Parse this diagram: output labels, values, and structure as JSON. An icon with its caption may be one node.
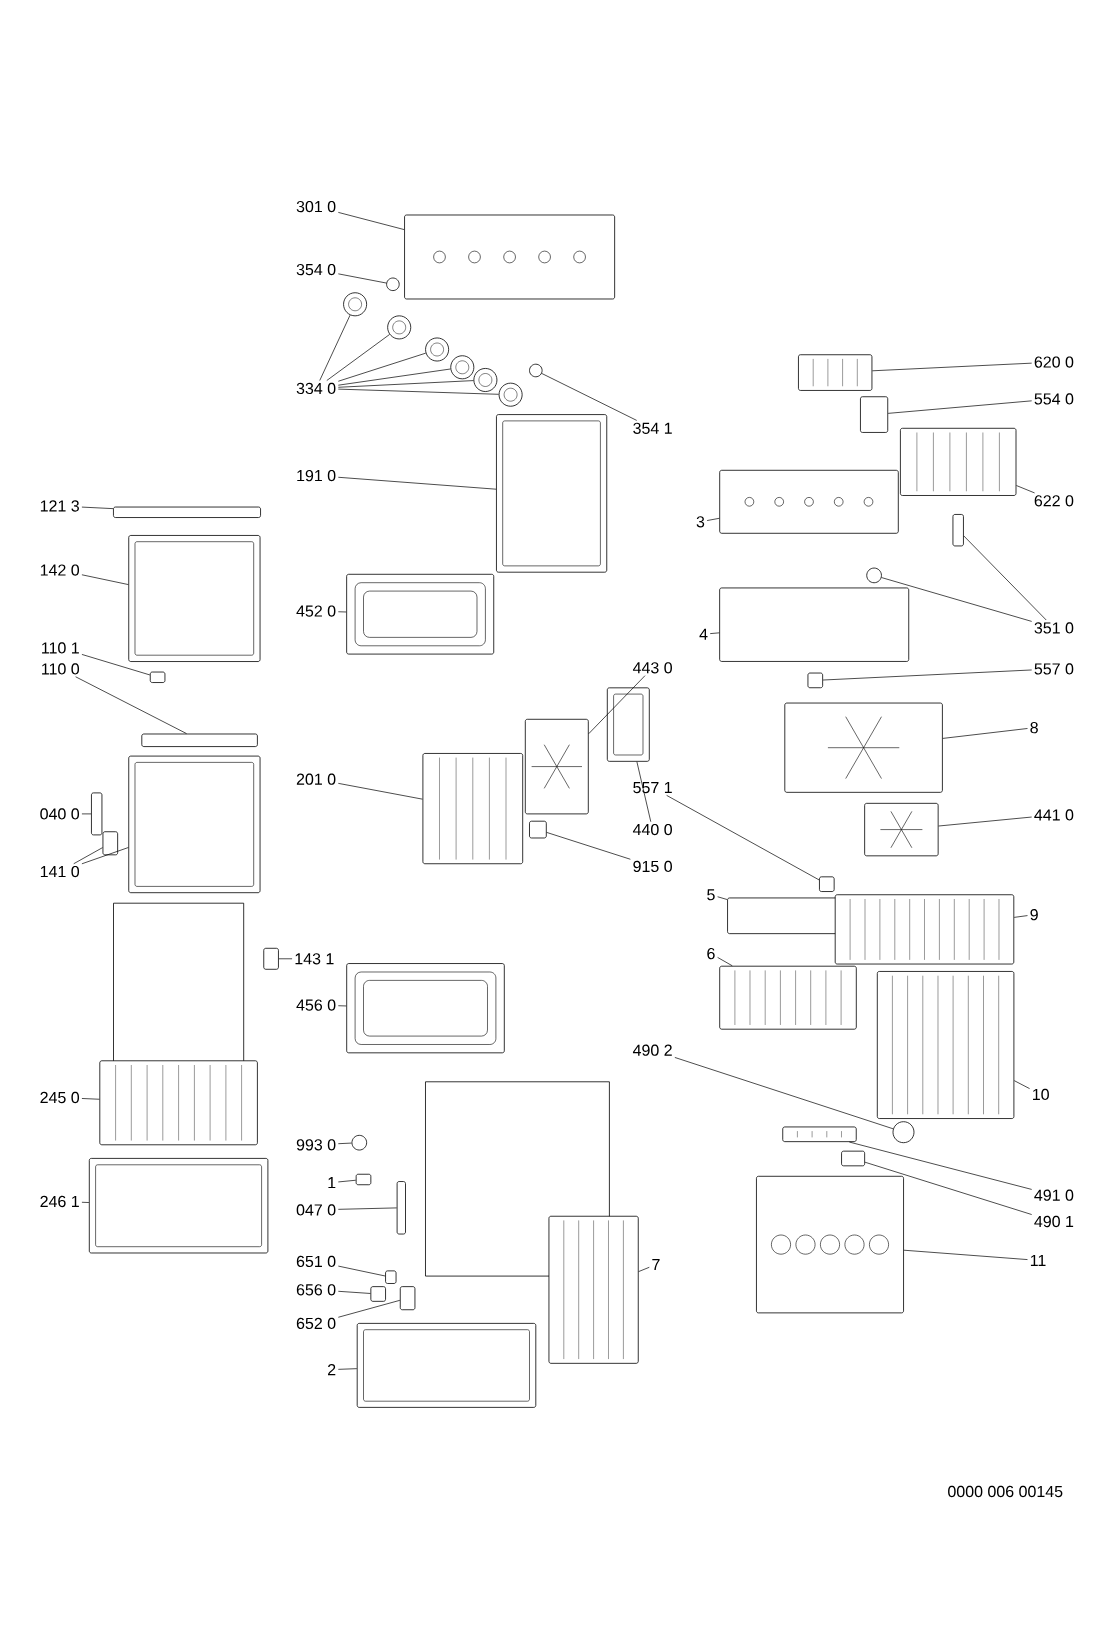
{
  "diagram": {
    "nodes": [
      {
        "text": [
          "301 0"
        ]
      },
      {
        "text": [
          "354 0"
        ]
      },
      {
        "text": [
          "334 0"
        ]
      },
      {
        "text": [
          "354 1"
        ]
      },
      {
        "text": [
          "191 0"
        ]
      },
      {
        "text": [
          "121 3"
        ]
      },
      {
        "text": [
          "142 0"
        ]
      },
      {
        "text": [
          "452 0"
        ]
      },
      {
        "text": [
          "110 1"
        ]
      },
      {
        "text": [
          "110 0"
        ]
      },
      {
        "text": [
          "443 0"
        ]
      },
      {
        "text": [
          "201 0"
        ]
      },
      {
        "text": [
          "040 0"
        ]
      },
      {
        "text": [
          "440 0"
        ]
      },
      {
        "text": [
          "915 0"
        ]
      },
      {
        "text": [
          "141 0"
        ]
      },
      {
        "text": [
          "143 1"
        ]
      },
      {
        "text": [
          "456 0"
        ]
      },
      {
        "text": [
          "245 0"
        ]
      },
      {
        "text": [
          "993 0"
        ]
      },
      {
        "text": [
          "1"
        ]
      },
      {
        "text": [
          "047 0"
        ]
      },
      {
        "text": [
          "246 1"
        ]
      },
      {
        "text": [
          "651 0"
        ]
      },
      {
        "text": [
          "656 0"
        ]
      },
      {
        "text": [
          "652 0"
        ]
      },
      {
        "text": [
          "7"
        ]
      },
      {
        "text": [
          "2"
        ]
      },
      {
        "text": [
          "620 0"
        ]
      },
      {
        "text": [
          "554 0"
        ]
      },
      {
        "text": [
          "622 0"
        ]
      },
      {
        "text": [
          "3"
        ]
      },
      {
        "text": [
          "351 0"
        ]
      },
      {
        "text": [
          "4"
        ]
      },
      {
        "text": [
          "557 0"
        ]
      },
      {
        "text": [
          "8"
        ]
      },
      {
        "text": [
          "557 1"
        ]
      },
      {
        "text": [
          "441 0"
        ]
      },
      {
        "text": [
          "5"
        ]
      },
      {
        "text": [
          "9"
        ]
      },
      {
        "text": [
          "6"
        ]
      },
      {
        "text": [
          "490 2"
        ]
      },
      {
        "text": [
          "10"
        ]
      },
      {
        "text": [
          "491 0"
        ]
      },
      {
        "text": [
          "490 1"
        ]
      },
      {
        "text": [
          "11"
        ]
      },
      {
        "text": [],
        "shape": "picture"
      },
      {
        "text": [],
        "shape": "circle"
      },
      {
        "text": [],
        "shape": "circle"
      },
      {
        "text": [],
        "shape": "circle"
      },
      {
        "text": [],
        "shape": "circle"
      },
      {
        "text": [],
        "shape": "circle"
      },
      {
        "text": [],
        "shape": "circle"
      },
      {
        "text": [],
        "shape": "circle"
      },
      {
        "text": [],
        "shape": "circle"
      },
      {
        "text": [],
        "shape": "picture"
      },
      {
        "text": [],
        "shape": "box"
      },
      {
        "text": [],
        "shape": "picture"
      },
      {
        "text": [],
        "shape": "picture"
      },
      {
        "text": [],
        "shape": "box"
      },
      {
        "text": [],
        "shape": "box"
      },
      {
        "text": [],
        "shape": "picture"
      },
      {
        "text": [],
        "shape": "picture"
      },
      {
        "text": [],
        "shape": "box"
      },
      {
        "text": [],
        "shape": "picture"
      },
      {
        "text": [],
        "shape": "box"
      },
      {
        "text": [],
        "shape": "picture"
      },
      {
        "text": [],
        "shape": "box"
      },
      {
        "text": [],
        "shape": "box"
      },
      {
        "text": [],
        "shape": "picture"
      },
      {
        "text": [],
        "shape": "picture"
      },
      {
        "text": [],
        "shape": "circle"
      },
      {
        "text": [],
        "shape": "box"
      },
      {
        "text": [],
        "shape": "box"
      },
      {
        "text": [],
        "shape": "picture"
      },
      {
        "text": [],
        "shape": "box"
      },
      {
        "text": [],
        "shape": "box"
      },
      {
        "text": [],
        "shape": "box"
      },
      {
        "text": [],
        "shape": "picture"
      },
      {
        "text": [],
        "shape": "picture"
      },
      {
        "text": [],
        "shape": "picture"
      },
      {
        "text": [],
        "shape": "box"
      },
      {
        "text": [],
        "shape": "picture"
      },
      {
        "text": [],
        "shape": "picture"
      },
      {
        "text": [],
        "shape": "box"
      },
      {
        "text": [],
        "shape": "circle"
      },
      {
        "text": [],
        "shape": "box"
      },
      {
        "text": [],
        "shape": "box"
      },
      {
        "text": [],
        "shape": "picture"
      },
      {
        "text": [],
        "shape": "picture"
      },
      {
        "text": [],
        "shape": "box"
      },
      {
        "text": [],
        "shape": "box"
      },
      {
        "text": [],
        "shape": "picture"
      },
      {
        "text": [],
        "shape": "picture"
      },
      {
        "text": [],
        "shape": "picture"
      },
      {
        "text": [],
        "shape": "circle"
      },
      {
        "text": [],
        "shape": "picture"
      },
      {
        "text": [],
        "shape": "box"
      },
      {
        "text": [],
        "shape": "picture"
      }
    ],
    "edges": [
      {
        "from": 0,
        "to": 46,
        "arrow": "none"
      },
      {
        "from": 1,
        "to": 47,
        "arrow": "none"
      },
      {
        "from": 2,
        "to": 48,
        "arrow": "none"
      },
      {
        "from": 2,
        "to": 49,
        "arrow": "none"
      },
      {
        "from": 2,
        "to": 50,
        "arrow": "none"
      },
      {
        "from": 2,
        "to": 51,
        "arrow": "none"
      },
      {
        "from": 2,
        "to": 52,
        "arrow": "none"
      },
      {
        "from": 2,
        "to": 53,
        "arrow": "none"
      },
      {
        "from": 3,
        "to": 54,
        "arrow": "none"
      },
      {
        "from": 4,
        "to": 55,
        "arrow": "none"
      },
      {
        "from": 5,
        "to": 56,
        "arrow": "none"
      },
      {
        "from": 6,
        "to": 57,
        "arrow": "none"
      },
      {
        "from": 7,
        "to": 58,
        "arrow": "none"
      },
      {
        "from": 8,
        "to": 59,
        "arrow": "none"
      },
      {
        "from": 9,
        "to": 60,
        "arrow": "none"
      },
      {
        "from": 10,
        "to": 61,
        "arrow": "none"
      },
      {
        "from": 11,
        "to": 62,
        "arrow": "none"
      },
      {
        "from": 12,
        "to": 63,
        "arrow": "none"
      },
      {
        "from": 13,
        "to": 64,
        "arrow": "none"
      },
      {
        "from": 14,
        "to": 65,
        "arrow": "none"
      },
      {
        "from": 15,
        "to": 66,
        "arrow": "none"
      },
      {
        "from": 15,
        "to": 67,
        "arrow": "none"
      },
      {
        "from": 16,
        "to": 68,
        "arrow": "none"
      },
      {
        "from": 17,
        "to": 69,
        "arrow": "none"
      },
      {
        "from": 18,
        "to": 70,
        "arrow": "none"
      },
      {
        "from": 19,
        "to": 71,
        "arrow": "none"
      },
      {
        "from": 20,
        "to": 72,
        "arrow": "none"
      },
      {
        "from": 21,
        "to": 73,
        "arrow": "none"
      },
      {
        "from": 22,
        "to": 74,
        "arrow": "none"
      },
      {
        "from": 23,
        "to": 75,
        "arrow": "none"
      },
      {
        "from": 24,
        "to": 76,
        "arrow": "none"
      },
      {
        "from": 25,
        "to": 77,
        "arrow": "none"
      },
      {
        "from": 26,
        "to": 78,
        "arrow": "none"
      },
      {
        "from": 27,
        "to": 79,
        "arrow": "none"
      },
      {
        "from": 28,
        "to": 80,
        "arrow": "none"
      },
      {
        "from": 29,
        "to": 81,
        "arrow": "none"
      },
      {
        "from": 30,
        "to": 82,
        "arrow": "none"
      },
      {
        "from": 31,
        "to": 83,
        "arrow": "none"
      },
      {
        "from": 32,
        "to": 84,
        "arrow": "none"
      },
      {
        "from": 32,
        "to": 85,
        "arrow": "none"
      },
      {
        "from": 33,
        "to": 86,
        "arrow": "none"
      },
      {
        "from": 34,
        "to": 87,
        "arrow": "none"
      },
      {
        "from": 35,
        "to": 88,
        "arrow": "none"
      },
      {
        "from": 36,
        "to": 90,
        "arrow": "none"
      },
      {
        "from": 37,
        "to": 89,
        "arrow": "none"
      },
      {
        "from": 38,
        "to": 91,
        "arrow": "none"
      },
      {
        "from": 39,
        "to": 92,
        "arrow": "none"
      },
      {
        "from": 40,
        "to": 93,
        "arrow": "none"
      },
      {
        "from": 41,
        "to": 95,
        "arrow": "none"
      },
      {
        "from": 42,
        "to": 94,
        "arrow": "none"
      },
      {
        "from": 43,
        "to": 96,
        "arrow": "none"
      },
      {
        "from": 44,
        "to": 97,
        "arrow": "none"
      },
      {
        "from": 45,
        "to": 98,
        "arrow": "none"
      }
    ],
    "labels": [
      "0000 006 00145"
    ]
  }
}
